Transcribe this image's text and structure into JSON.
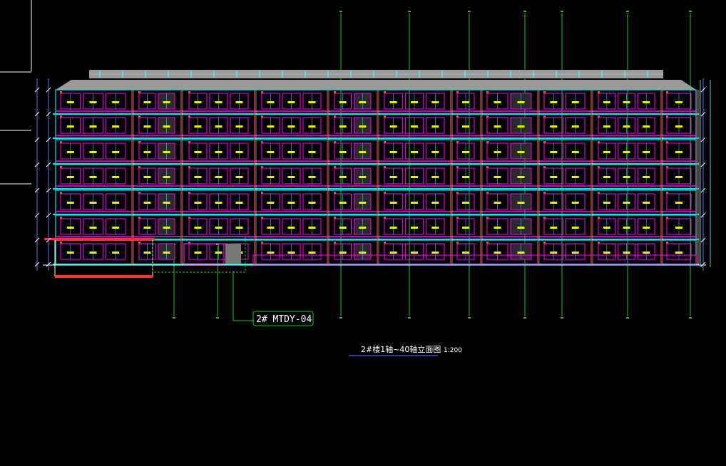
{
  "drawing": {
    "tag_label": "2# MTDY-04",
    "title": "2#楼1轴~40轴立面图",
    "scale": "1:200"
  },
  "colors": {
    "background": "#000000",
    "grid_line": "#19c819",
    "floor_slab": "#00e6e6",
    "window_frame": "#ff00ff",
    "roof": "#9a9a9a",
    "window_label": "#f0f000",
    "column": "#ff4040",
    "dim_line": "#6b6bff",
    "white": "#ffffff"
  }
}
